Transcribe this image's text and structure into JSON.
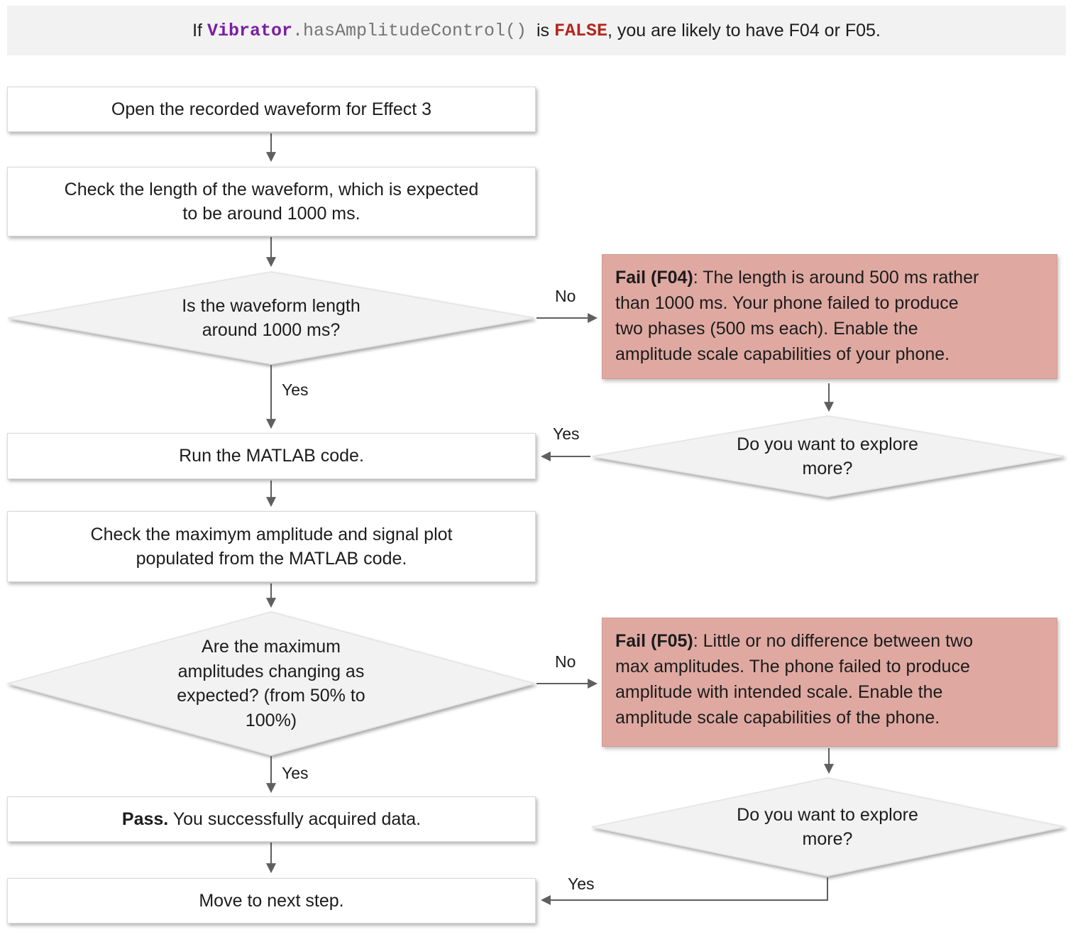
{
  "colors": {
    "banner_bg": "#f2f2f2",
    "process_box_bg": "#ffffff",
    "process_box_border": "#d9d9d9",
    "diamond_fill": "#f2f2f2",
    "fail_box_bg": "#dfa9a1",
    "arrow": "#5f5f5f",
    "text": "#1c1c1c",
    "code_object_purple": "#7b1fa2",
    "code_method_gray": "#757575",
    "false_red": "#b3261e"
  },
  "banner": {
    "prefix": "If ",
    "code_object": "Vibrator",
    "code_method": ".hasAmplitudeControl()",
    "connector": "  is ",
    "false_token": "FALSE",
    "suffix": ", you are likely to have F04 or F05."
  },
  "flow": {
    "step1": "Open the recorded waveform for Effect 3",
    "step2": "Check the length of the waveform, which is expected\nto be around 1000 ms.",
    "decision1": "Is the waveform length\naround 1000 ms?",
    "step3": "Run the MATLAB code.",
    "step4": "Check the maximym amplitude and signal plot\npopulated from the MATLAB code.",
    "decision2": "Are the maximum\namplitudes changing as\nexpected? (from 50% to\n100%)",
    "pass_bold": "Pass.",
    "pass_rest": " You successfully acquired data.",
    "step_final": "Move to next step."
  },
  "fail": {
    "f04_bold": "Fail (F04)",
    "f04_rest": ": The length is around 500 ms rather\nthan 1000 ms. Your phone failed to produce\ntwo phases (500 ms each). Enable the\namplitude scale capabilities of your phone.",
    "f05_bold": "Fail (F05)",
    "f05_rest": ": Little or no difference between two\nmax amplitudes. The phone failed to produce\namplitude with intended scale. Enable the\namplitude scale capabilities of the phone."
  },
  "explore": {
    "question": "Do you want to explore\nmore?"
  },
  "labels": {
    "yes": "Yes",
    "no": "No"
  }
}
